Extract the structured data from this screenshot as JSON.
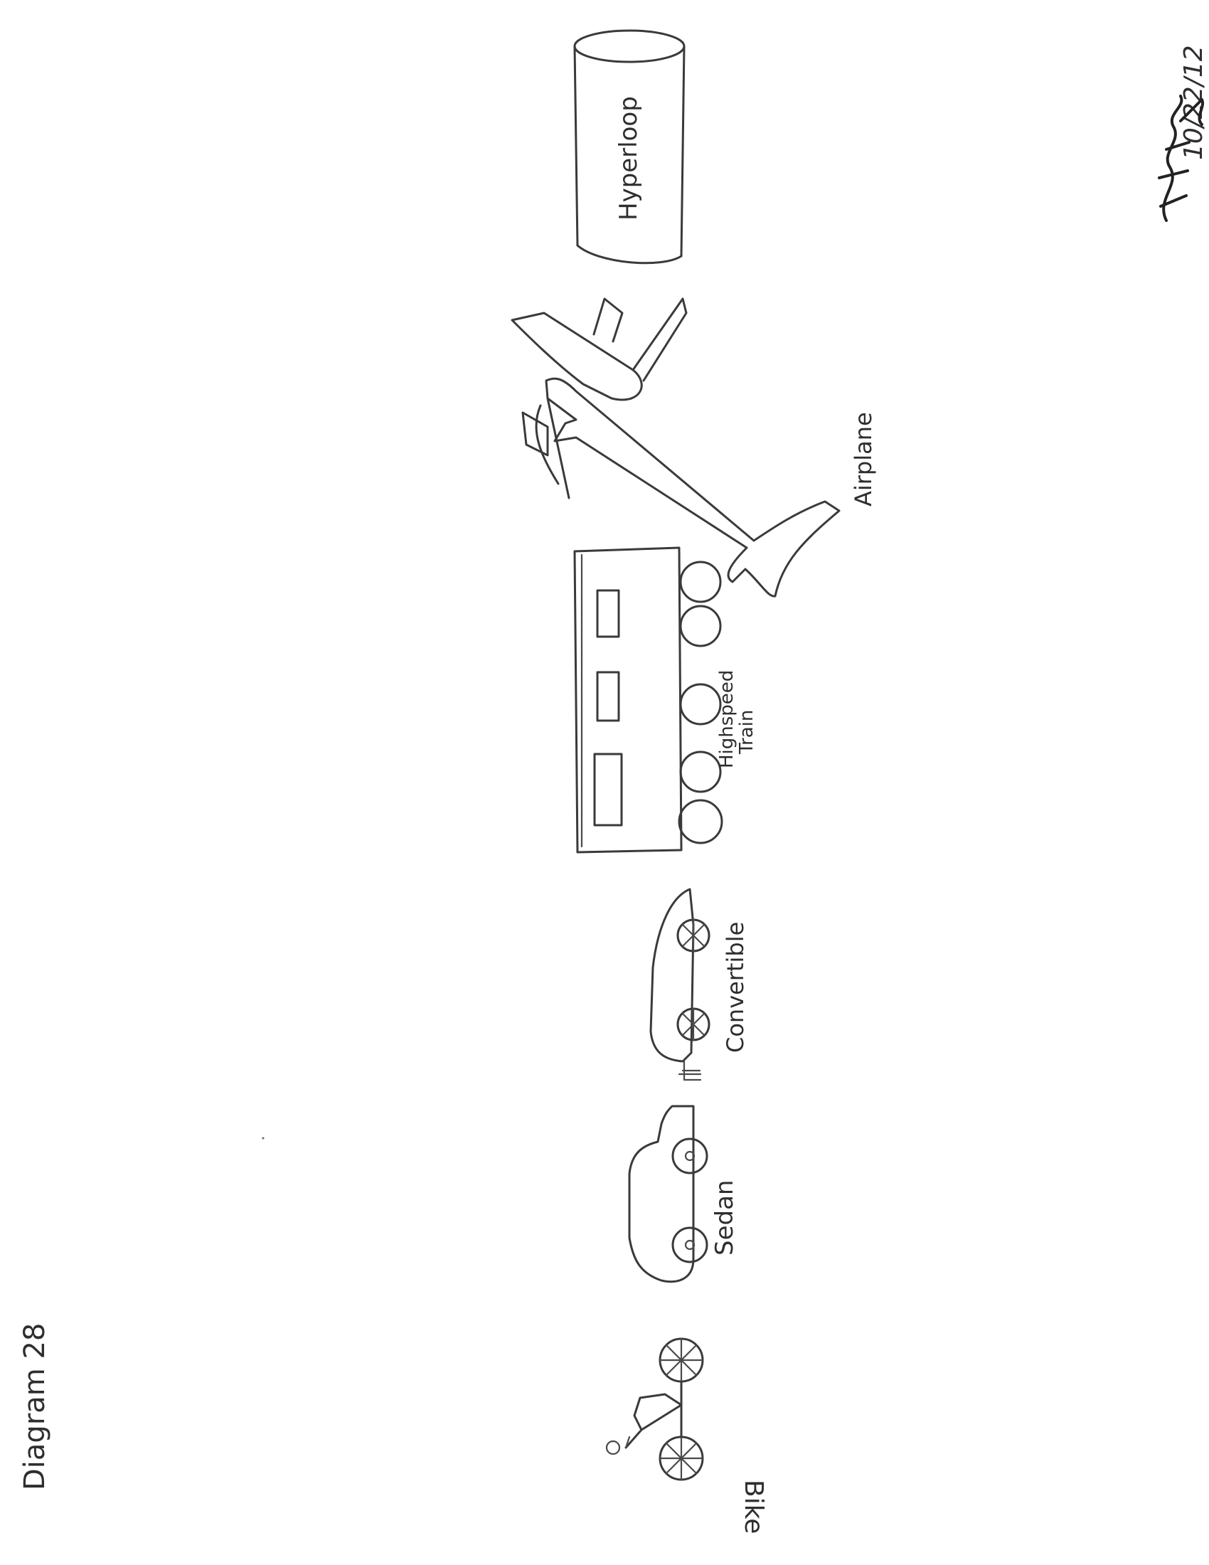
{
  "page": {
    "title": "Diagram 28",
    "date": "10/22/12",
    "signature": "handwritten signature"
  },
  "vehicles": [
    {
      "label": "Bike"
    },
    {
      "label": "Sedan"
    },
    {
      "label": "Convertible"
    },
    {
      "label": "Highspeed Train"
    },
    {
      "label": "Airplane"
    },
    {
      "label": "Hyperloop"
    }
  ],
  "label_lines": {
    "highspeed": "Highspeed",
    "train": "Train",
    "convertible": "Convertible",
    "airplane": "Airplane"
  },
  "colors": {
    "ink": "#3a3a3a",
    "paper": "#ffffff"
  }
}
